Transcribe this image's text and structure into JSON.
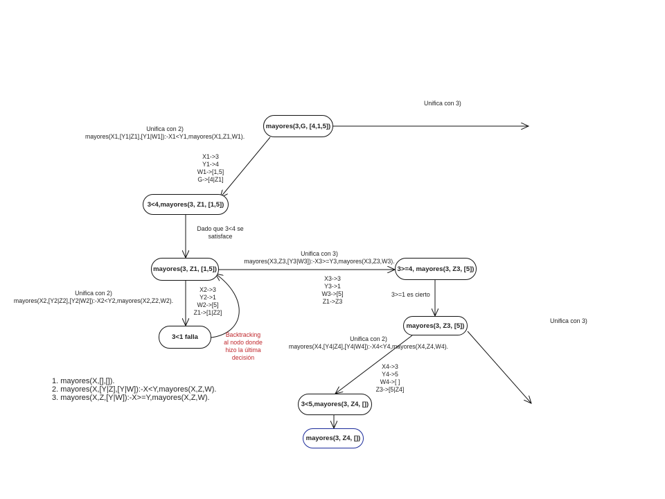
{
  "nodes": {
    "n1": "mayores(3,G, [4,1,5])",
    "n2": "3<4,mayores(3, Z1, [1,5])",
    "n3": "mayores(3, Z1, [1,5])",
    "n4": "3>=4, mayores(3, Z3, [5])",
    "n5": "3<1 falla",
    "n6": "mayores(3, Z3, [5])",
    "n7": "3<5,mayores(3, Z4, [])",
    "n8": "mayores(3, Z4, [])"
  },
  "labels": {
    "unifica3_top": "Unifica con 3)",
    "unifica3_right": "Unifica con 3)",
    "unifica2_a": [
      "Unifica con 2)",
      "mayores(X1,[Y1|Z1],[Y1|W1]):-X1<Y1,mayores(X1,Z1,W1)."
    ],
    "subst_1": [
      "X1->3",
      "Y1->4",
      "W1->[1,5]",
      "G->[4|Z1]"
    ],
    "dado": [
      "Dado que 3<4 se",
      "satisface"
    ],
    "unifica3_b": [
      "Unifica con 3)",
      "mayores(X3,Z3,[Y3|W3]):-X3>=Y3,mayores(X3,Z3,W3)."
    ],
    "subst_3": [
      "X3->3",
      "Y3->1",
      "W3->[5]",
      "Z1->Z3"
    ],
    "cierto": "3>=1 es cierto",
    "unifica2_b": [
      "Unifica con 2)",
      "mayores(X2,[Y2|Z2],[Y2|W2]):-X2<Y2,mayores(X2,Z2,W2)."
    ],
    "subst_2": [
      "X2->3",
      "Y2->1",
      "W2->[5]",
      "Z1->[1|Z2]"
    ],
    "backtracking": [
      "Backtracking",
      "al nodo donde",
      "hizo la última",
      "decisión"
    ],
    "unifica2_c": [
      "Unifica con 2)",
      "mayores(X4,[Y4|Z4],[Y4|W4]):-X4<Y4,mayores(X4,Z4,W4)."
    ],
    "subst_4": [
      "X4->3",
      "Y4->5",
      "W4->[ ]",
      "Z3->[5|Z4]"
    ]
  },
  "rules": [
    "1. mayores(X,[],[]).",
    "2. mayores(X,[Y|Z],[Y|W]):-X<Y,mayores(X,Z,W).",
    "3. mayores(X,Z,[Y|W]):-X>=Y,mayores(X,Z,W)."
  ],
  "colors": {
    "line": "#111111",
    "final_border": "#1a2a9a",
    "backtracking_text": "#c0282d"
  }
}
